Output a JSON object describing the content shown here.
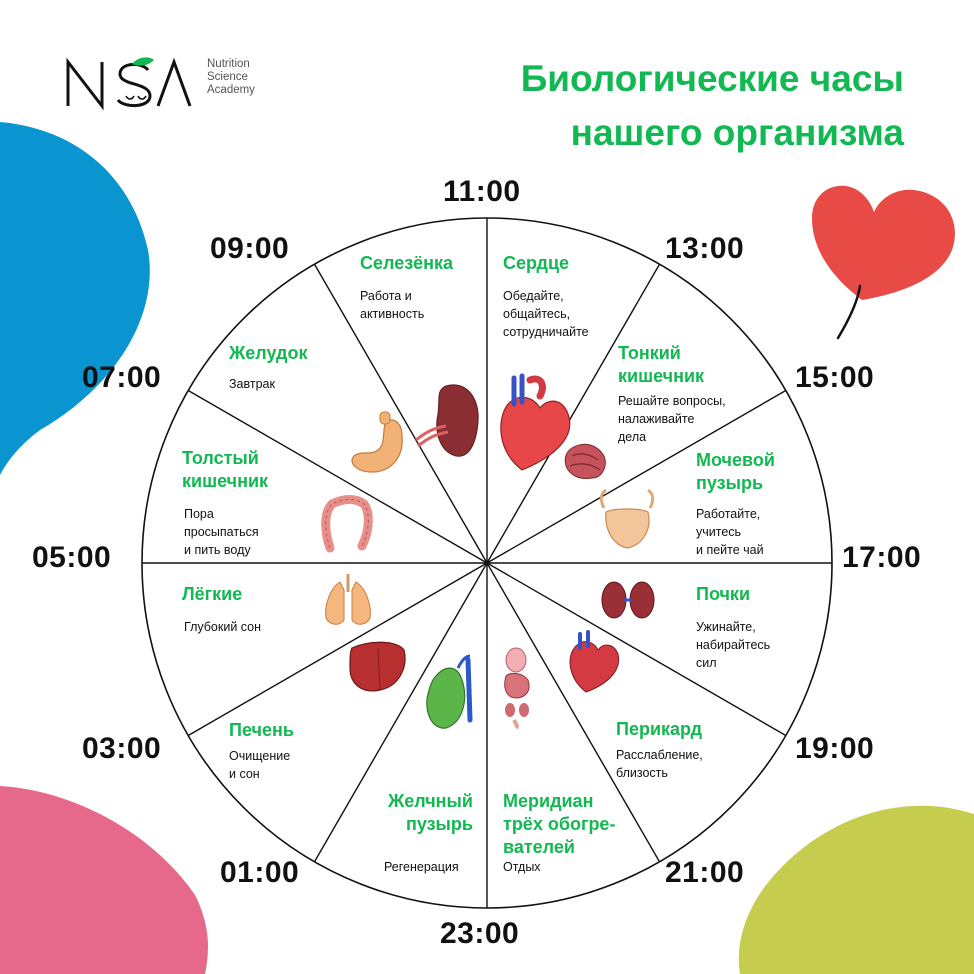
{
  "brand": {
    "logo_lines": [
      "Nutrition",
      "Science",
      "Academy"
    ]
  },
  "title": {
    "line1": "Биологические часы",
    "line2": "нашего организма"
  },
  "colors": {
    "accent_green": "#12b851",
    "blob_blue": "#0b95d0",
    "blob_red": "#e84a46",
    "blob_pink": "#e6688a",
    "blob_olive": "#c5cc4e"
  },
  "clock": {
    "times": [
      "11:00",
      "13:00",
      "15:00",
      "17:00",
      "19:00",
      "21:00",
      "23:00",
      "01:00",
      "03:00",
      "05:00",
      "07:00",
      "09:00"
    ],
    "segments": [
      {
        "organ": "Сердце",
        "tip": "Обедайте,\nобщайтесь,\nсотрудничайте",
        "icon": "heart-icon"
      },
      {
        "organ": "Тонкий\nкишечник",
        "tip": "Решайте вопросы,\nналаживайте\nдела",
        "icon": "small-intestine-icon"
      },
      {
        "organ": "Мочевой\nпузырь",
        "tip": "Работайте,\nучитесь\nи пейте чай",
        "icon": "bladder-icon"
      },
      {
        "organ": "Почки",
        "tip": "Ужинайте,\nнабирайтесь\nсил",
        "icon": "kidneys-icon"
      },
      {
        "organ": "Перикард",
        "tip": "Расслабление,\nблизость",
        "icon": "pericardium-icon"
      },
      {
        "organ": "Меридиан\nтрёх обогре-\nвателей",
        "tip": "Отдых",
        "icon": "triple-warmer-icon"
      },
      {
        "organ": "Желчный\nпузырь",
        "tip": "Регенерация",
        "icon": "gallbladder-icon"
      },
      {
        "organ": "Печень",
        "tip": "Очищение\nи сон",
        "icon": "liver-icon"
      },
      {
        "organ": "Лёгкие",
        "tip": "Глубокий сон",
        "icon": "lungs-icon"
      },
      {
        "organ": "Толстый\nкишечник",
        "tip": "Пора\nпросыпаться\nи пить воду",
        "icon": "large-intestine-icon"
      },
      {
        "organ": "Желудок",
        "tip": "Завтрак",
        "icon": "stomach-icon"
      },
      {
        "organ": "Селезёнка",
        "tip": "Работа и\nактивность",
        "icon": "spleen-icon"
      }
    ]
  }
}
